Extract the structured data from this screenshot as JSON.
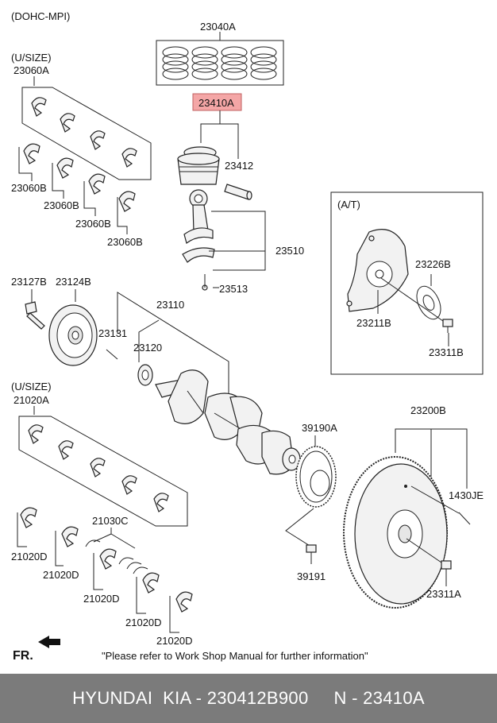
{
  "engine_type": "(DOHC-MPI)",
  "labels": {
    "p23040A": "23040A",
    "p23410A": "23410A",
    "p23412": "23412",
    "p23510": "23510",
    "p23513": "23513",
    "usize1": "(U/SIZE)",
    "p23060A": "23060A",
    "p23060B_1": "23060B",
    "p23060B_2": "23060B",
    "p23060B_3": "23060B",
    "p23060B_4": "23060B",
    "at": "(A/T)",
    "p23226B": "23226B",
    "p23211B": "23211B",
    "p23311B": "23311B",
    "p23127B": "23127B",
    "p23124B": "23124B",
    "p23110": "23110",
    "p23131": "23131",
    "p23120": "23120",
    "usize2": "(U/SIZE)",
    "p21020A": "21020A",
    "p39190A": "39190A",
    "p23200B": "23200B",
    "p1430JE": "1430JE",
    "p21030C": "21030C",
    "p21020D_1": "21020D",
    "p21020D_2": "21020D",
    "p21020D_3": "21020D",
    "p21020D_4": "21020D",
    "p21020D_5": "21020D",
    "p39191": "39191",
    "p23311A": "23311A",
    "fr": "FR."
  },
  "note": "\"Please refer to Work Shop Manual for further information\"",
  "footer": "HYUNDAI  KIA - 230412B900     N - 23410A",
  "highlight_color": "#f4a6a6"
}
